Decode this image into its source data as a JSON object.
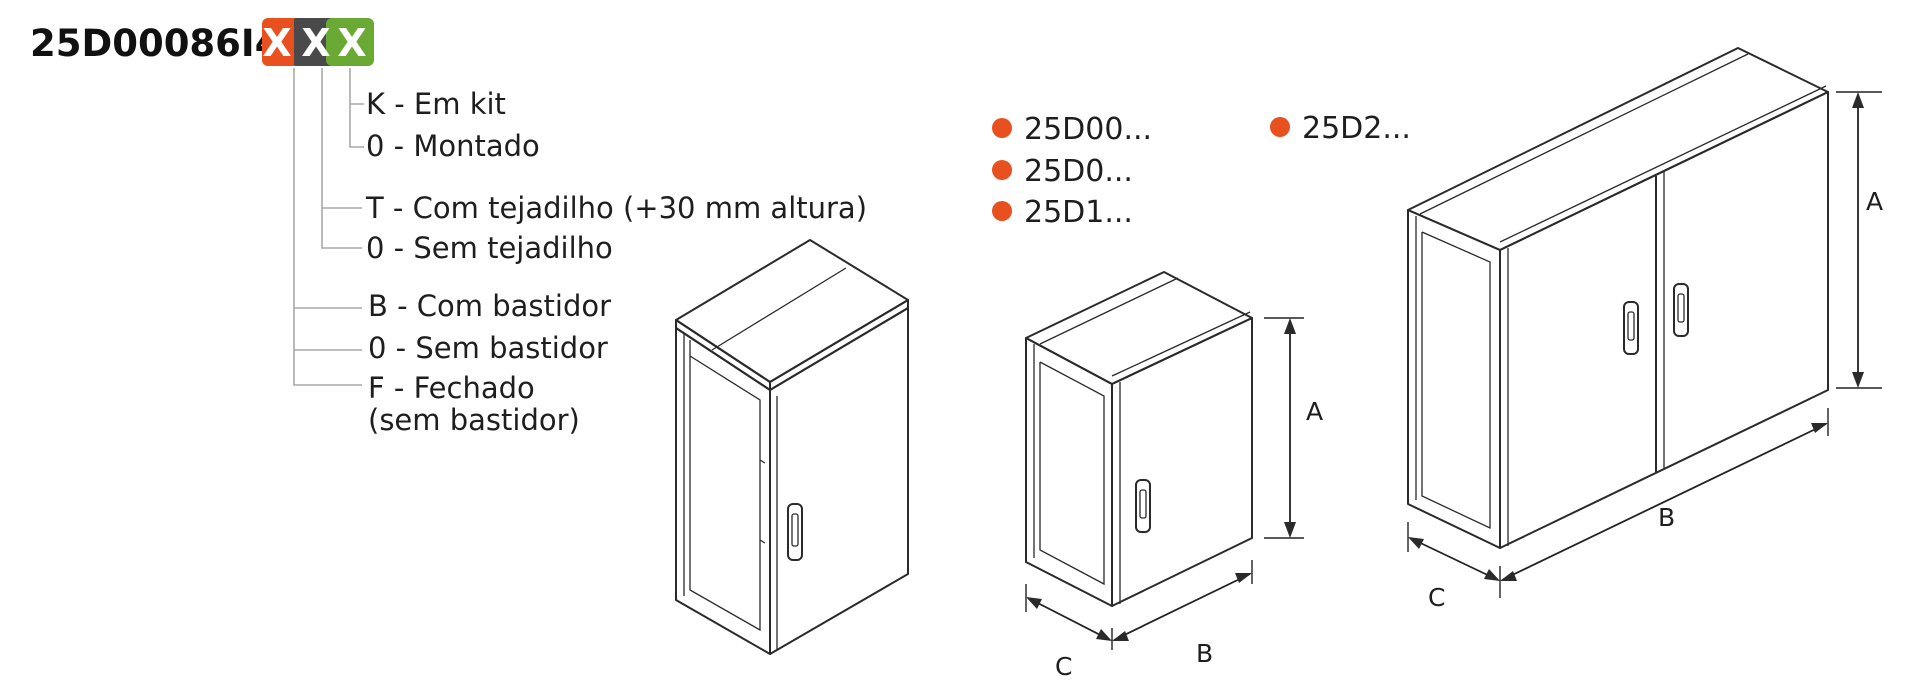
{
  "part_code": {
    "base": "25D00086I44",
    "suffix": [
      {
        "letter": "X",
        "color": "#e8501f"
      },
      {
        "letter": "X",
        "color": "#4a4a4a"
      },
      {
        "letter": "X",
        "color": "#6aaa34"
      }
    ]
  },
  "options": [
    {
      "id": "kit",
      "text": "K - Em kit"
    },
    {
      "id": "montado",
      "text": "0 - Montado"
    },
    {
      "id": "tejadilho",
      "text": "T - Com tejadilho (+30 mm altura)"
    },
    {
      "id": "sem-tejadilho",
      "text": "0 - Sem tejadilho"
    },
    {
      "id": "bastidor",
      "text": "B - Com bastidor"
    },
    {
      "id": "sem-bastidor",
      "text": "0 - Sem bastidor"
    },
    {
      "id": "fechado",
      "text": "F - Fechado"
    },
    {
      "id": "fechado-note",
      "text": "(sem bastidor)"
    }
  ],
  "series_legend": {
    "bullet_color": "#e8501f",
    "items": [
      "25D00...",
      "25D0...",
      "25D1...",
      "25D2..."
    ]
  },
  "dimensions": {
    "a": "A",
    "b": "B",
    "c": "C"
  },
  "colors": {
    "roof": "#8a8a8a",
    "panel": "#f4f4f4",
    "side": "#e6e6e6",
    "dark": "#2a2a2a"
  }
}
